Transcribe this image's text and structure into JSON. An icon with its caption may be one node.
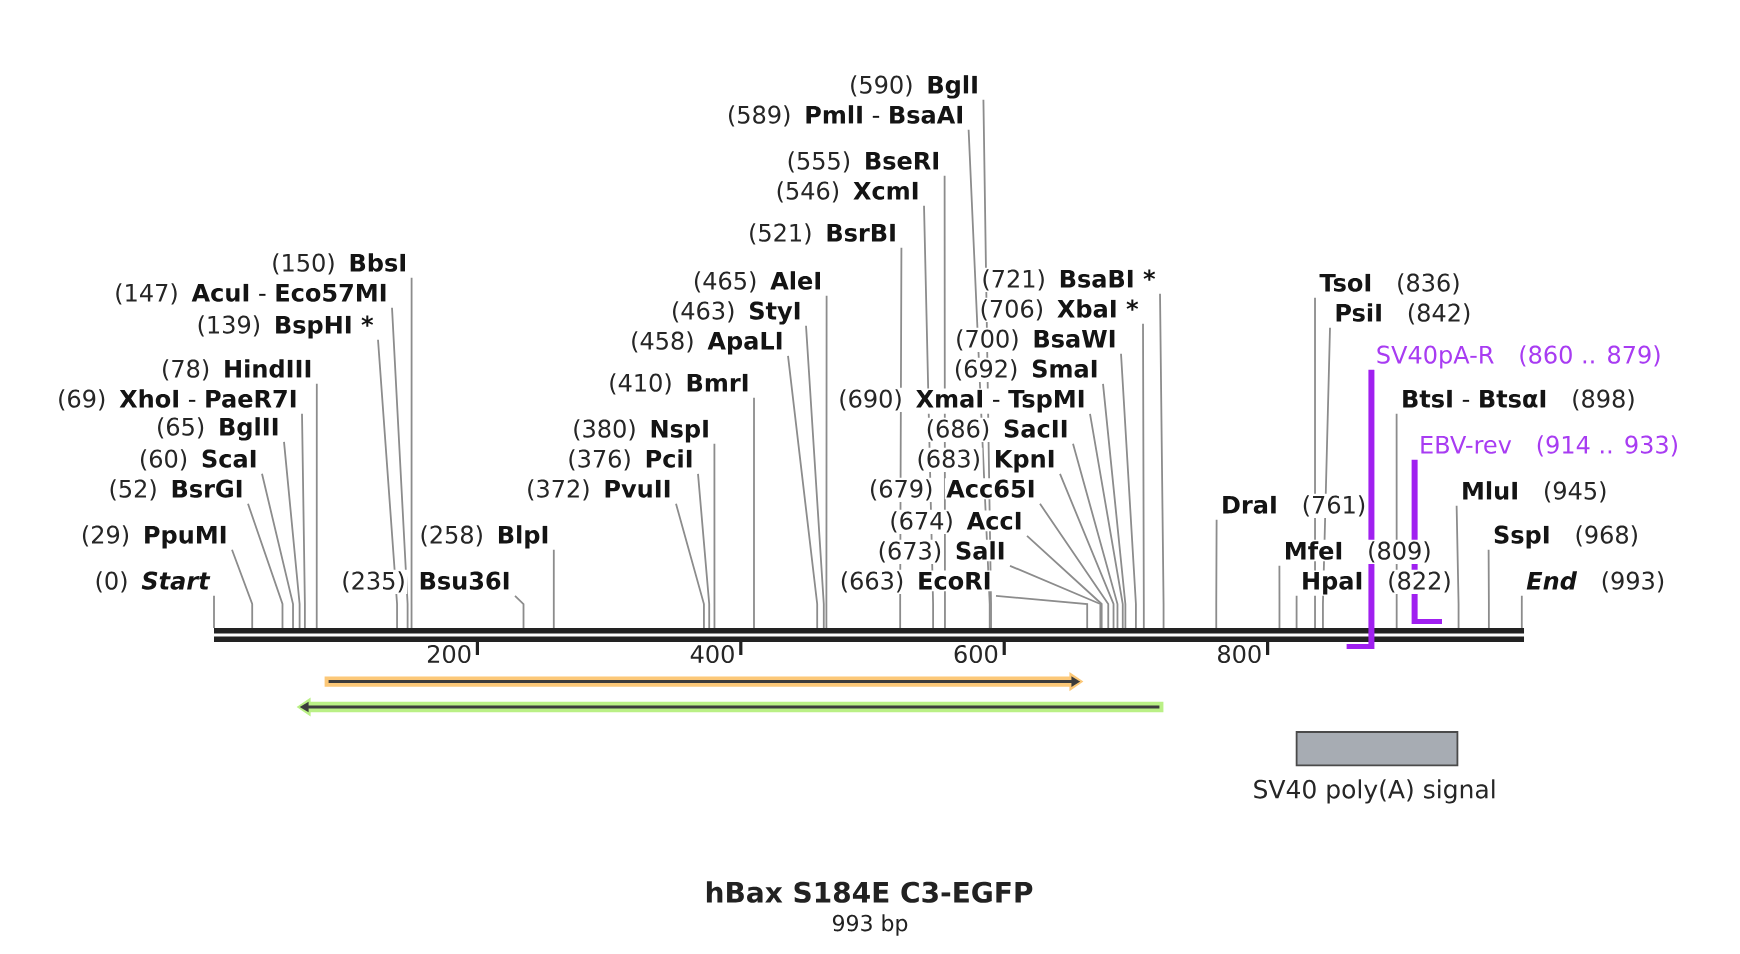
{
  "diagram": {
    "title": "hBax S184E C3-EGFP",
    "caption": "993 bp",
    "nodes": [
      {
        "text": [
          "(590)",
          "BglI"
        ]
      },
      {
        "text": [
          "(589)",
          "**PmlI** - **BsaAI**"
        ]
      },
      {
        "text": [
          "(555)",
          "BseRI"
        ]
      },
      {
        "text": [
          "(546)",
          "XcmI"
        ]
      },
      {
        "text": [
          "(521)",
          "BsrBI"
        ]
      },
      {
        "text": [
          "(150)",
          "BbsI"
        ]
      },
      {
        "text": [
          "(721)",
          "BsaBI *"
        ]
      },
      {
        "text": [
          "(465)",
          "AleI"
        ]
      },
      {
        "text": [
          "TsoI",
          "(836)"
        ]
      },
      {
        "text": [
          "(147)",
          "**AcuI** - **Eco57MI**"
        ]
      },
      {
        "text": [
          "(706)",
          "XbaI *"
        ]
      },
      {
        "text": [
          "(463)",
          "StyI"
        ]
      },
      {
        "text": [
          "PsiI",
          "(842)"
        ]
      },
      {
        "text": [
          "(139)",
          "BspHI *"
        ]
      },
      {
        "text": [
          "(700)",
          "BsaWI"
        ]
      },
      {
        "text": [
          "(458)",
          "ApaLI"
        ]
      },
      {
        "text": [
          "SV40pA-R",
          "(860 .. 879)"
        ]
      },
      {
        "text": [
          "(78)",
          "HindIII"
        ]
      },
      {
        "text": [
          "(692)",
          "SmaI"
        ]
      },
      {
        "text": [
          "(410)",
          "BmrI"
        ]
      },
      {
        "text": [
          "(69)",
          "**XhoI** - **PaeR7I**"
        ]
      },
      {
        "text": [
          "(690)",
          "**XmaI** - **TspMI**"
        ]
      },
      {
        "text": [
          "**BtsI** - **BtsαI**",
          "(898)"
        ]
      },
      {
        "text": [
          "(65)",
          "BglII"
        ]
      },
      {
        "text": [
          "(380)",
          "NspI"
        ]
      },
      {
        "text": [
          "(686)",
          "SacII"
        ]
      },
      {
        "text": [
          "EBV-rev",
          "(914 .. 933)"
        ]
      },
      {
        "text": [
          "(60)",
          "ScaI"
        ]
      },
      {
        "text": [
          "(376)",
          "PciI"
        ]
      },
      {
        "text": [
          "(683)",
          "KpnI"
        ]
      },
      {
        "text": [
          "(52)",
          "BsrGI"
        ]
      },
      {
        "text": [
          "(372)",
          "PvuII"
        ]
      },
      {
        "text": [
          "(679)",
          "Acc65I"
        ]
      },
      {
        "text": [
          "MluI",
          "(945)"
        ]
      },
      {
        "text": [
          "DraI",
          "(761)"
        ]
      },
      {
        "text": [
          "(674)",
          "AccI"
        ]
      },
      {
        "text": [
          "(29)",
          "PpuMI"
        ]
      },
      {
        "text": [
          "(258)",
          "BlpI"
        ]
      },
      {
        "text": [
          "SspI",
          "(968)"
        ]
      },
      {
        "text": [
          "(673)",
          "SalI"
        ]
      },
      {
        "text": [
          "MfeI",
          "(809)"
        ]
      },
      {
        "text": [
          "(0)",
          "Start"
        ]
      },
      {
        "text": [
          "(235)",
          "Bsu36I"
        ]
      },
      {
        "text": [
          "(663)",
          "EcoRI"
        ]
      },
      {
        "text": [
          "HpaI",
          "(822)"
        ]
      },
      {
        "text": [
          "End",
          "(993)"
        ]
      },
      {
        "text": [],
        "shape": "bar"
      },
      {
        "text": [],
        "shape": "bar"
      },
      {
        "text": [],
        "shape": "bar"
      },
      {
        "text": [],
        "shape": "arrow"
      },
      {
        "text": [],
        "shape": "arrow"
      },
      {
        "text": [
          "SV40 poly(A) signal"
        ]
      }
    ],
    "edges": [
      {
        "from": 0,
        "to": 46,
        "arrow": "none"
      },
      {
        "from": 1,
        "to": 46,
        "arrow": "none"
      },
      {
        "from": 2,
        "to": 46,
        "arrow": "none"
      },
      {
        "from": 3,
        "to": 46,
        "arrow": "none"
      },
      {
        "from": 4,
        "to": 46,
        "arrow": "none"
      },
      {
        "from": 5,
        "to": 46,
        "arrow": "none"
      },
      {
        "from": 6,
        "to": 46,
        "arrow": "none"
      },
      {
        "from": 7,
        "to": 46,
        "arrow": "none"
      },
      {
        "from": 8,
        "to": 46,
        "arrow": "none"
      },
      {
        "from": 9,
        "to": 46,
        "arrow": "none"
      },
      {
        "from": 10,
        "to": 46,
        "arrow": "none"
      },
      {
        "from": 11,
        "to": 46,
        "arrow": "none"
      },
      {
        "from": 12,
        "to": 46,
        "arrow": "none"
      },
      {
        "from": 13,
        "to": 46,
        "arrow": "none"
      },
      {
        "from": 14,
        "to": 46,
        "arrow": "none"
      },
      {
        "from": 15,
        "to": 46,
        "arrow": "none"
      },
      {
        "from": 16,
        "to": 47,
        "arrow": "none",
        "style": "thick",
        "color": "#a020f0"
      },
      {
        "from": 17,
        "to": 46,
        "arrow": "none"
      },
      {
        "from": 18,
        "to": 46,
        "arrow": "none"
      },
      {
        "from": 19,
        "to": 46,
        "arrow": "none"
      },
      {
        "from": 20,
        "to": 46,
        "arrow": "none"
      },
      {
        "from": 21,
        "to": 46,
        "arrow": "none"
      },
      {
        "from": 22,
        "to": 46,
        "arrow": "none"
      },
      {
        "from": 23,
        "to": 46,
        "arrow": "none"
      },
      {
        "from": 24,
        "to": 46,
        "arrow": "none"
      },
      {
        "from": 25,
        "to": 46,
        "arrow": "none"
      },
      {
        "from": 26,
        "to": 48,
        "arrow": "none",
        "style": "thick",
        "color": "#a020f0"
      },
      {
        "from": 27,
        "to": 46,
        "arrow": "none"
      },
      {
        "from": 28,
        "to": 46,
        "arrow": "none"
      },
      {
        "from": 29,
        "to": 46,
        "arrow": "none"
      },
      {
        "from": 30,
        "to": 46,
        "arrow": "none"
      },
      {
        "from": 31,
        "to": 46,
        "arrow": "none"
      },
      {
        "from": 32,
        "to": 46,
        "arrow": "none"
      },
      {
        "from": 33,
        "to": 46,
        "arrow": "none"
      },
      {
        "from": 34,
        "to": 46,
        "arrow": "none"
      },
      {
        "from": 35,
        "to": 46,
        "arrow": "none"
      },
      {
        "from": 36,
        "to": 46,
        "arrow": "none"
      },
      {
        "from": 37,
        "to": 46,
        "arrow": "none"
      },
      {
        "from": 38,
        "to": 46,
        "arrow": "none"
      },
      {
        "from": 39,
        "to": 46,
        "arrow": "none"
      },
      {
        "from": 40,
        "to": 46,
        "arrow": "none"
      },
      {
        "from": 41,
        "to": 46,
        "arrow": "none"
      },
      {
        "from": 42,
        "to": 46,
        "arrow": "none"
      },
      {
        "from": 43,
        "to": 46,
        "arrow": "none"
      },
      {
        "from": 44,
        "to": 46,
        "arrow": "none"
      },
      {
        "from": 45,
        "to": 46,
        "arrow": "none"
      }
    ],
    "labels": [
      "200",
      "400",
      "600",
      "800"
    ]
  }
}
